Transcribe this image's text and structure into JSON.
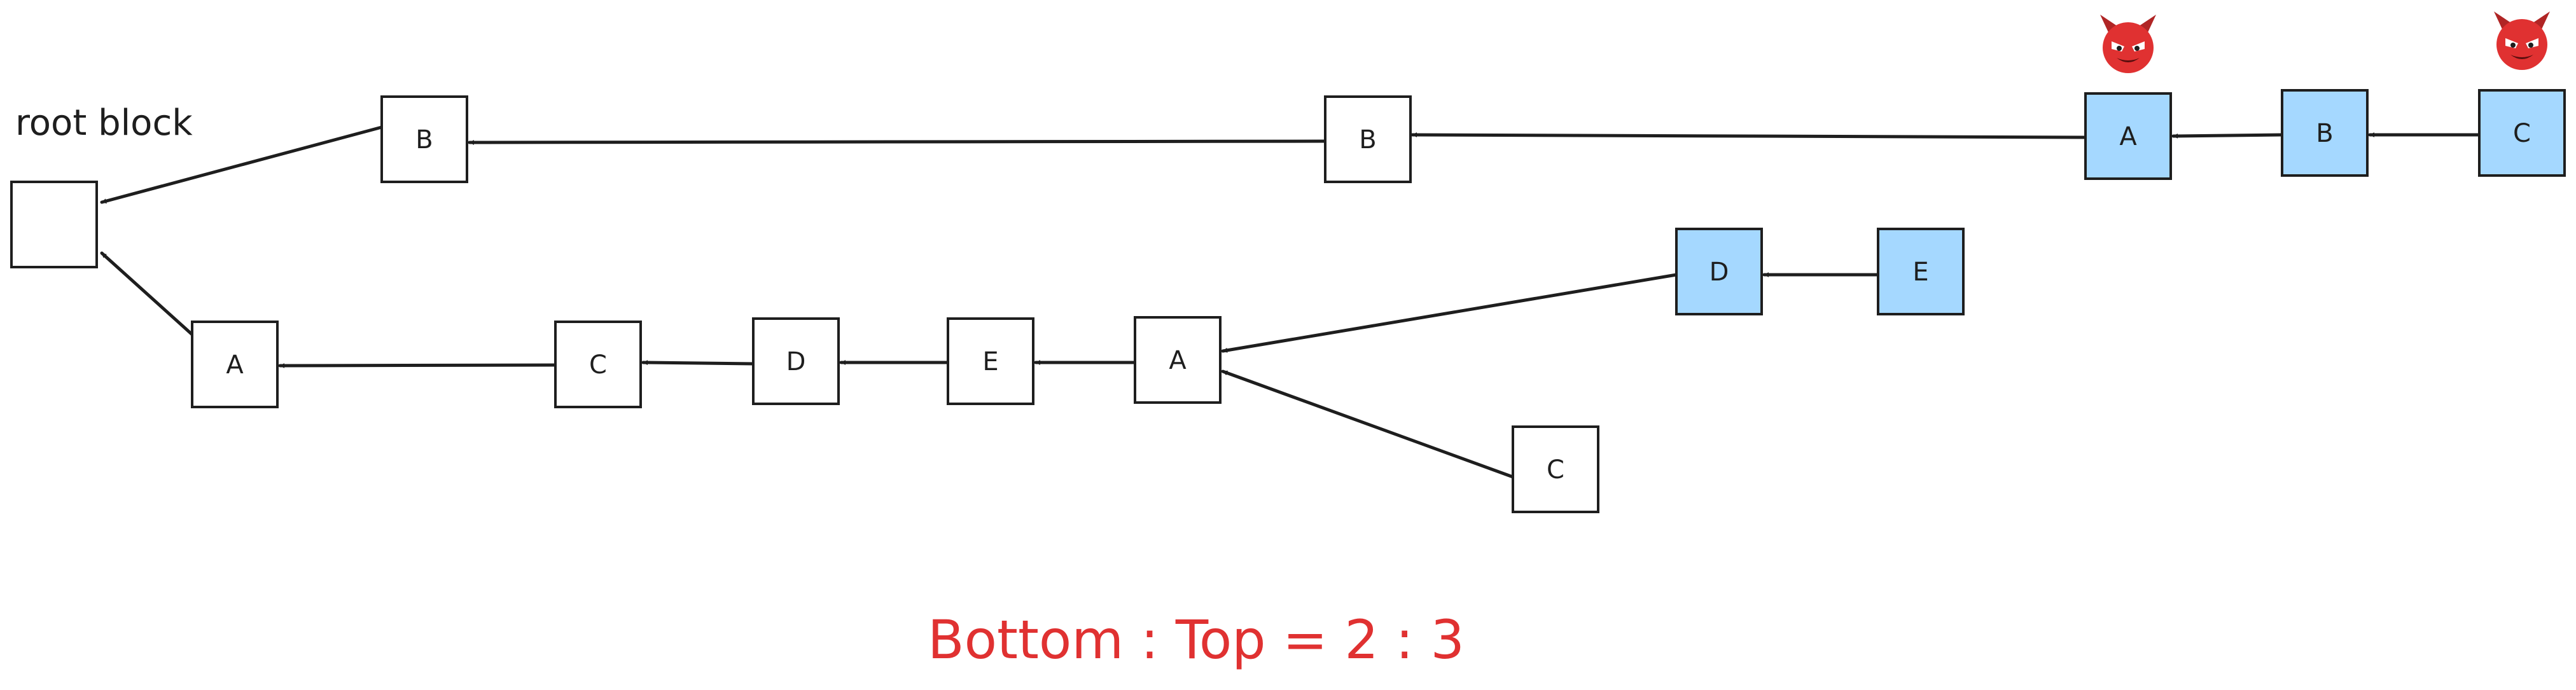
{
  "root_label": "root block",
  "ratio_text": "Bottom : Top = 2 : 3",
  "colors": {
    "stroke": "#1e1e1e",
    "highlight_fill": "#a5d8ff",
    "plain_fill": "#ffffff",
    "ratio_text": "#e03131",
    "devil": "#e03131"
  },
  "blocks": [
    {
      "id": "root",
      "label": "",
      "highlight": false
    },
    {
      "id": "top-b1",
      "label": "B",
      "highlight": false
    },
    {
      "id": "top-b2",
      "label": "B",
      "highlight": false
    },
    {
      "id": "top-a",
      "label": "A",
      "highlight": true,
      "devil": true
    },
    {
      "id": "top-b3",
      "label": "B",
      "highlight": true
    },
    {
      "id": "top-c",
      "label": "C",
      "highlight": true,
      "devil": true
    },
    {
      "id": "bot-a1",
      "label": "A",
      "highlight": false
    },
    {
      "id": "bot-c1",
      "label": "C",
      "highlight": false
    },
    {
      "id": "bot-d1",
      "label": "D",
      "highlight": false
    },
    {
      "id": "bot-e1",
      "label": "E",
      "highlight": false
    },
    {
      "id": "bot-a2",
      "label": "A",
      "highlight": false
    },
    {
      "id": "bot-d2",
      "label": "D",
      "highlight": true
    },
    {
      "id": "bot-e2",
      "label": "E",
      "highlight": true
    },
    {
      "id": "bot-c2",
      "label": "C",
      "highlight": false
    }
  ],
  "edges": [
    {
      "from": "top-b1",
      "to": "root"
    },
    {
      "from": "top-b2",
      "to": "top-b1"
    },
    {
      "from": "top-a",
      "to": "top-b2"
    },
    {
      "from": "top-b3",
      "to": "top-a"
    },
    {
      "from": "top-c",
      "to": "top-b3"
    },
    {
      "from": "bot-a1",
      "to": "root"
    },
    {
      "from": "bot-c1",
      "to": "bot-a1"
    },
    {
      "from": "bot-d1",
      "to": "bot-c1"
    },
    {
      "from": "bot-e1",
      "to": "bot-d1"
    },
    {
      "from": "bot-a2",
      "to": "bot-e1"
    },
    {
      "from": "bot-d2",
      "to": "bot-a2"
    },
    {
      "from": "bot-e2",
      "to": "bot-d2"
    },
    {
      "from": "bot-c2",
      "to": "bot-a2"
    }
  ]
}
